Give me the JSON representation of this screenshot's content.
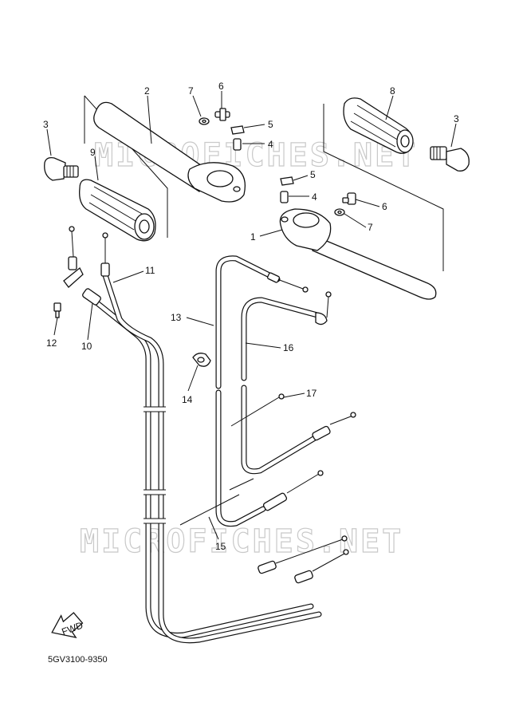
{
  "diagram": {
    "watermark": "MICROFICHES.NET",
    "drawing_code": "5GV3100-9350",
    "fwd_label": "FWD",
    "callouts": [
      {
        "id": "c1",
        "label": "1"
      },
      {
        "id": "c2",
        "label": "2"
      },
      {
        "id": "c3a",
        "label": "3"
      },
      {
        "id": "c3b",
        "label": "3"
      },
      {
        "id": "c4a",
        "label": "4"
      },
      {
        "id": "c4b",
        "label": "4"
      },
      {
        "id": "c5a",
        "label": "5"
      },
      {
        "id": "c5b",
        "label": "5"
      },
      {
        "id": "c6a",
        "label": "6"
      },
      {
        "id": "c6b",
        "label": "6"
      },
      {
        "id": "c7a",
        "label": "7"
      },
      {
        "id": "c7b",
        "label": "7"
      },
      {
        "id": "c8",
        "label": "8"
      },
      {
        "id": "c9",
        "label": "9"
      },
      {
        "id": "c10",
        "label": "10"
      },
      {
        "id": "c11",
        "label": "11"
      },
      {
        "id": "c12",
        "label": "12"
      },
      {
        "id": "c13",
        "label": "13"
      },
      {
        "id": "c14",
        "label": "14"
      },
      {
        "id": "c15",
        "label": "15"
      },
      {
        "id": "c16",
        "label": "16"
      },
      {
        "id": "c17",
        "label": "17"
      }
    ]
  }
}
